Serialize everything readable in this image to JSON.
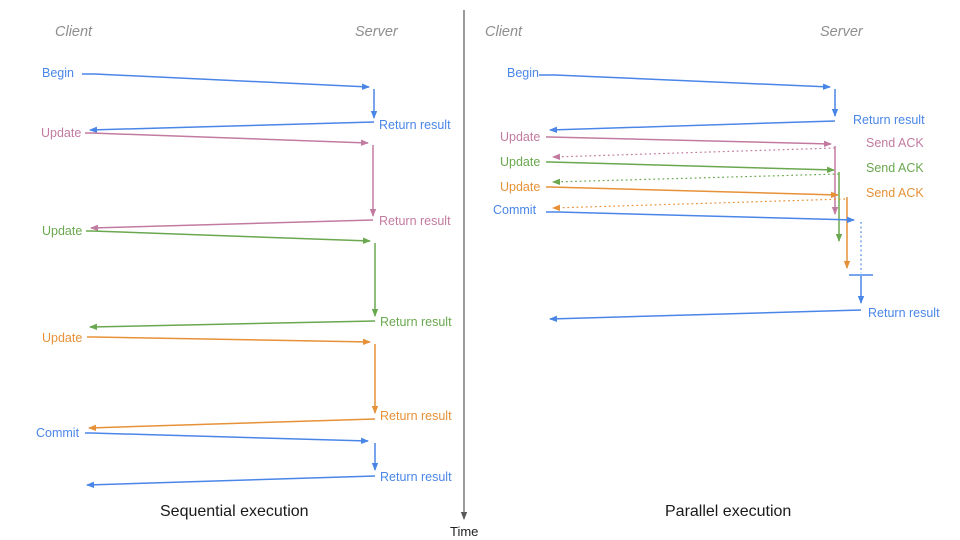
{
  "colors": {
    "blue": "#4a86e8",
    "pink": "#c27ba0",
    "green": "#6aa84f",
    "orange": "#e69138",
    "header_gray": "#8e8e8e",
    "axis_gray": "#595959",
    "caption_black": "#1a1a1a"
  },
  "time_axis": {
    "label": "Time"
  },
  "sequential": {
    "caption": "Sequential execution",
    "client_header": "Client",
    "server_header": "Server",
    "messages": [
      {
        "label": "Begin",
        "color": "blue",
        "response": "Return result"
      },
      {
        "label": "Update",
        "color": "pink",
        "response": "Return result"
      },
      {
        "label": "Update",
        "color": "green",
        "response": "Return result"
      },
      {
        "label": "Update",
        "color": "orange",
        "response": "Return result"
      },
      {
        "label": "Commit",
        "color": "blue",
        "response": "Return result"
      }
    ]
  },
  "parallel": {
    "caption": "Parallel execution",
    "client_header": "Client",
    "server_header": "Server",
    "messages": [
      {
        "label": "Begin",
        "color": "blue",
        "response": "Return result"
      },
      {
        "label": "Update",
        "color": "pink",
        "response": "Send ACK"
      },
      {
        "label": "Update",
        "color": "green",
        "response": "Send ACK"
      },
      {
        "label": "Update",
        "color": "orange",
        "response": "Send ACK"
      },
      {
        "label": "Commit",
        "color": "blue",
        "response": "Return result"
      }
    ]
  }
}
